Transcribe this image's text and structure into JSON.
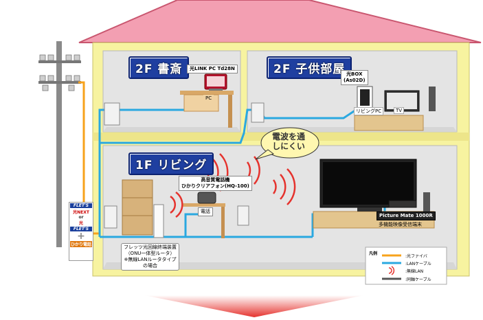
{
  "rooms": {
    "second_floor_study": "2F 書斎",
    "second_floor_kids": "2F 子供部屋",
    "first_floor_living": "1F リビング"
  },
  "devices": {
    "pc_name": "光LINK PC Td28N",
    "pc_label": "PC",
    "box_name": "光BOX\n(As02D)",
    "living_pc_label": "リビングPC",
    "tv_label": "TV",
    "phone_name": "高音質電話機\nひかりクリアフォン(HQ-100)",
    "phone_label": "電話",
    "picture_mate": "Picture Mate 1000R",
    "multi_channel_label": "多機能映像受信端末",
    "onu_desc": "フレッツ光回線終端装置\n（ONU一体型ルータ）\n※無線LANルータタイプ\nの場合",
    "note_bubble": "電波を通\nしにくい"
  },
  "flets_panel": {
    "top": "FLET'S",
    "top_sub": "光NEXT",
    "or": "or",
    "bottom_sub": "光",
    "bottom": "FLET'S",
    "plus": "+",
    "provider": "ひかり電話"
  },
  "legend": {
    "title": "凡例",
    "items": [
      {
        "label": ":光ファイバ",
        "color": "#f7a21b"
      },
      {
        "label": ":LANケーブル",
        "color": "#2aa8e0"
      },
      {
        "label": ":無線LAN",
        "color": "#e5322d"
      },
      {
        "label": ":同軸ケーブル",
        "color": "#555555"
      }
    ]
  },
  "colors": {
    "roof": "#f39fb2",
    "roof_edge": "#c9566f",
    "wall_outer": "#f7f3a0",
    "room_bg": "#e6e6e6",
    "fiber": "#f7a21b",
    "lan": "#2aa8e0",
    "wireless": "#e5322d"
  }
}
